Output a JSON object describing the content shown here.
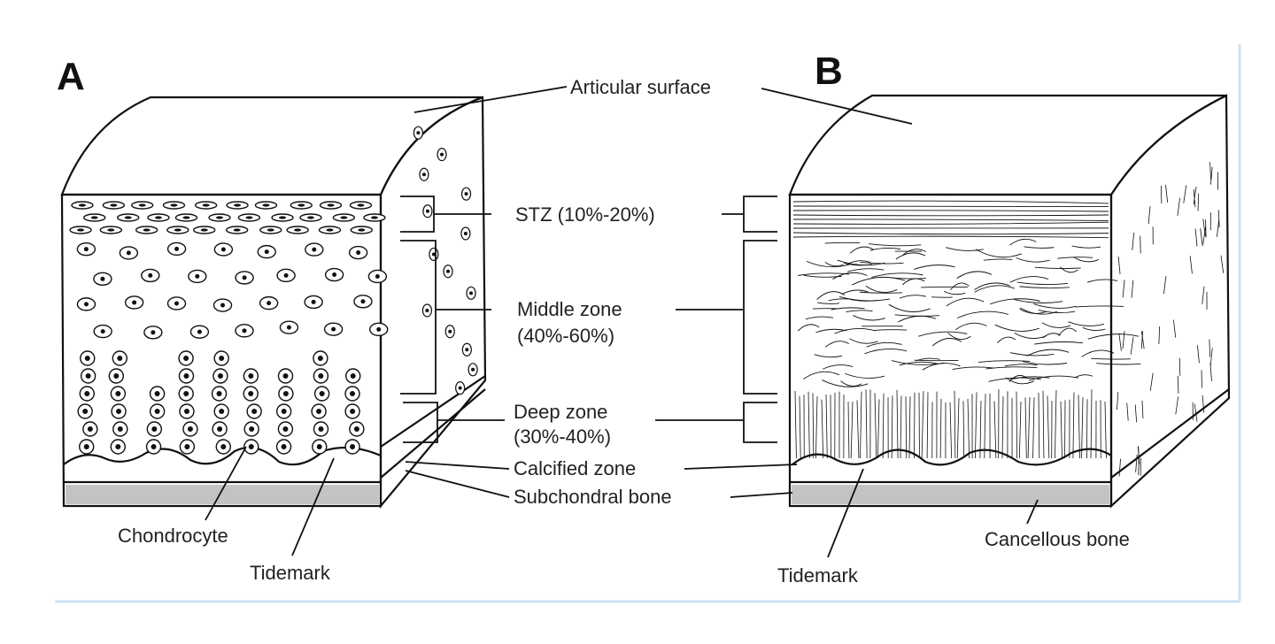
{
  "panels": [
    {
      "letter": "A"
    },
    {
      "letter": "B"
    }
  ],
  "labels": {
    "articular_surface": "Articular surface",
    "stz": "STZ (10%-20%)",
    "middle_zone_line1": "Middle zone",
    "middle_zone_line2": "(40%-60%)",
    "deep_zone_line1": "Deep zone",
    "deep_zone_line2": "(30%-40%)",
    "calcified_zone": "Calcified zone",
    "subchondral_bone": "Subchondral bone",
    "chondrocyte": "Chondrocyte",
    "tidemark_a": "Tidemark",
    "tidemark_b": "Tidemark",
    "cancellous_bone": "Cancellous bone"
  },
  "colors": {
    "ink": "#111111",
    "frame": "#cfe0f3",
    "background": "#ffffff"
  }
}
